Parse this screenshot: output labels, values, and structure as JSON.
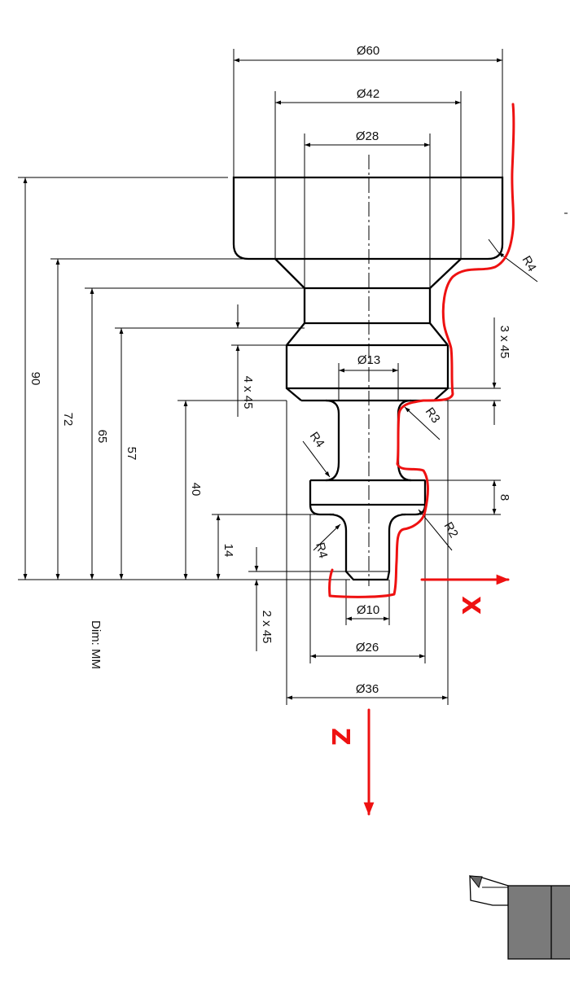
{
  "diagram": {
    "dimensions": {
      "d60": "Ø60",
      "d42": "Ø42",
      "d28": "Ø28",
      "d13": "Ø13",
      "d10": "Ø10",
      "d26": "Ø26",
      "d36": "Ø36",
      "h90": "90",
      "h72": "72",
      "h65": "65",
      "h57": "57",
      "h40": "40",
      "h14": "14",
      "chamfer_4x45": "4 x 45",
      "chamfer_3x45": "3 x 45",
      "chamfer_2x45": "2 x 45",
      "w8": "8",
      "r4_top": "R4",
      "r3": "R3",
      "r4_left": "R4",
      "r2": "R2",
      "r4_bottom": "R4"
    },
    "units_note": "Dim: MM",
    "axes": {
      "x": "X",
      "z": "Z"
    },
    "colors": {
      "drawing": "#000000",
      "toolpath": "#ee1111",
      "tool_body": "#7a7a7a",
      "dim_text": "#111111"
    }
  }
}
